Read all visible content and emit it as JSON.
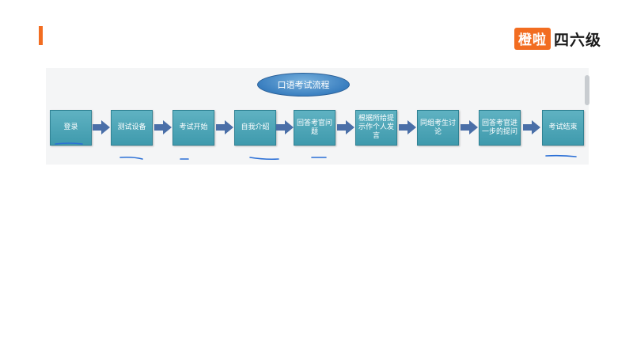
{
  "brand": {
    "badge": "橙啦",
    "text": "四六级"
  },
  "diagram": {
    "title": "口语考试流程",
    "steps": [
      "登录",
      "测试设备",
      "考试开始",
      "自我介绍",
      "回答考官问题",
      "根据所给提示作个人发言",
      "同组考生讨论",
      "回答考官进一步的提问",
      "考试结束"
    ]
  },
  "colors": {
    "accent": "#f26d21",
    "step_fill": "#4aa3b6",
    "arrow": "#4a6fa8",
    "title_fill": "#3a7fc0",
    "ink": "#2a6fd6"
  }
}
